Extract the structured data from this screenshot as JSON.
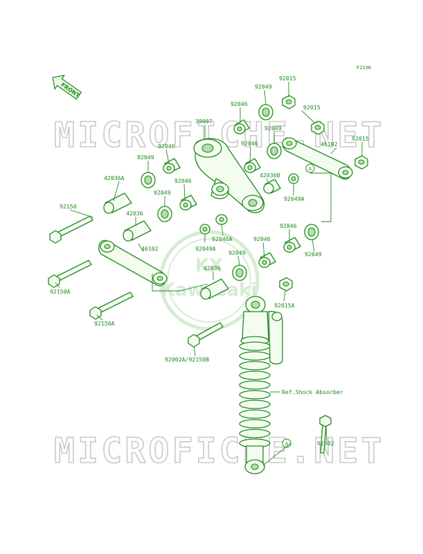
{
  "figure_code": "F2196",
  "watermark_text": "MICROFICHE.NET",
  "logo_text": "Kawasaki",
  "logo_letters": "KX",
  "front_label": "FRONT",
  "ref_label": "Ref.Shock Absorber",
  "callout_circle_label": "A",
  "colors": {
    "line": "#1c8a1c",
    "watermark": "#c9c9c9",
    "logo": "#d6ebd3"
  },
  "parts": {
    "p92015_a": "92015",
    "p92049_a": "92049",
    "p92046_a": "92046",
    "p92015_b": "92015",
    "p39007": "39007",
    "p92049_b": "92049",
    "p92015_c": "92015",
    "p92046_b": "92046",
    "p46102_a": "46102",
    "p92049_c": "92049",
    "p92046_c": "92046",
    "p42036A": "42036A",
    "p42036B": "42036B",
    "p92049A_a": "92049A",
    "p92150": "92150",
    "p92049_d": "92049",
    "p92046_d": "92046",
    "p42036": "42036",
    "p92049A_b": "92049A",
    "p92046A": "92046A",
    "p92046_e": "92046",
    "p92049_e": "92049",
    "p92049_f": "92049",
    "p46102_b": "46102",
    "p42036_b": "42036",
    "p92150A_a": "92150A",
    "p92150A_b": "92150A",
    "p92015A": "92015A",
    "p92002A_92150B": "92002A/92150B",
    "p92002": "92002"
  }
}
